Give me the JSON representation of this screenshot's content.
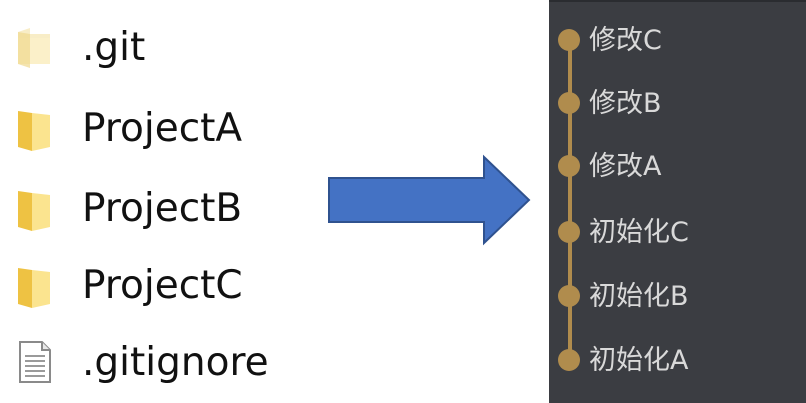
{
  "explorer": {
    "items": [
      {
        "name": ".git",
        "icon": "folder-icon-faded"
      },
      {
        "name": "ProjectA",
        "icon": "folder-icon"
      },
      {
        "name": "ProjectB",
        "icon": "folder-icon"
      },
      {
        "name": "ProjectC",
        "icon": "folder-icon"
      },
      {
        "name": ".gitignore",
        "icon": "text-file-icon"
      }
    ]
  },
  "arrow": {
    "icon": "arrow-right-icon",
    "color": "#4472c4"
  },
  "git_log": {
    "graph_color": "#b08c4d",
    "background": "#3b3d42",
    "commits": [
      {
        "message": "修改C"
      },
      {
        "message": "修改B"
      },
      {
        "message": "修改A"
      },
      {
        "message": "初始化C"
      },
      {
        "message": "初始化B"
      },
      {
        "message": "初始化A"
      }
    ]
  }
}
